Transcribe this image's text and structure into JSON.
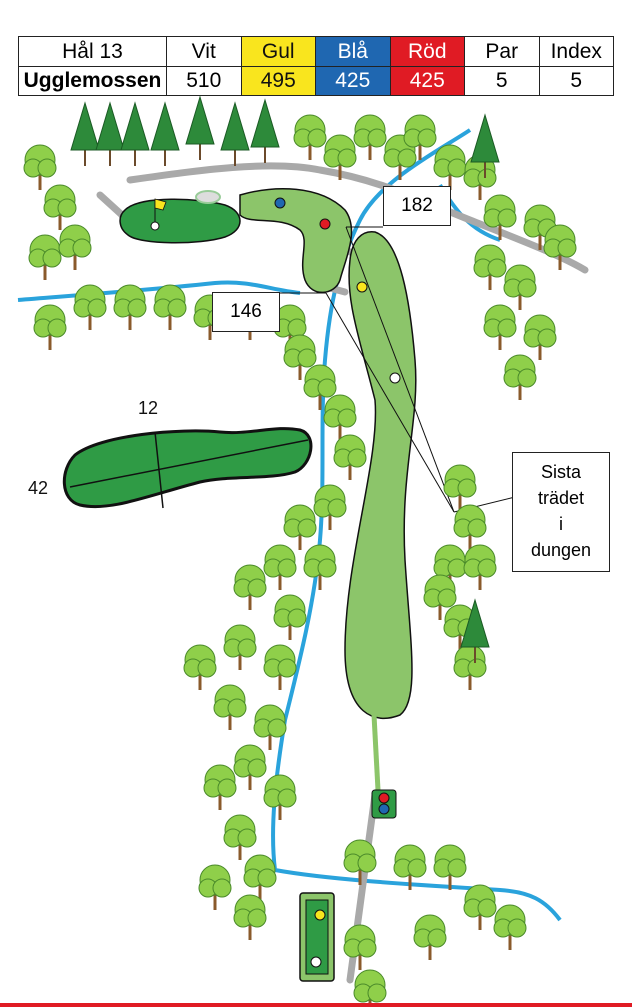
{
  "scorecard": {
    "hole_label": "Hål 13",
    "course_name": "Ugglemossen",
    "tees": [
      {
        "name": "Vit",
        "length": "510",
        "color": "#ffffff"
      },
      {
        "name": "Gul",
        "length": "495",
        "color": "#f9e51e"
      },
      {
        "name": "Blå",
        "length": "425",
        "color": "#1f67b1"
      },
      {
        "name": "Röd",
        "length": "425",
        "color": "#e01b24"
      }
    ],
    "par_label": "Par",
    "par": "5",
    "index_label": "Index",
    "index": "5"
  },
  "map": {
    "distance_markers": [
      "182",
      "146"
    ],
    "aim_point_note": [
      "Sista",
      "trädet",
      "i",
      "dungen"
    ],
    "green_depth": "12",
    "green_width": "42"
  },
  "colors": {
    "fairway": "#8cc56a",
    "green": "#2f9b45",
    "water": "#2aa3dc",
    "path": "#a9a9a9",
    "tree": "#8fcf4a",
    "accent_line": "#e01b24"
  }
}
